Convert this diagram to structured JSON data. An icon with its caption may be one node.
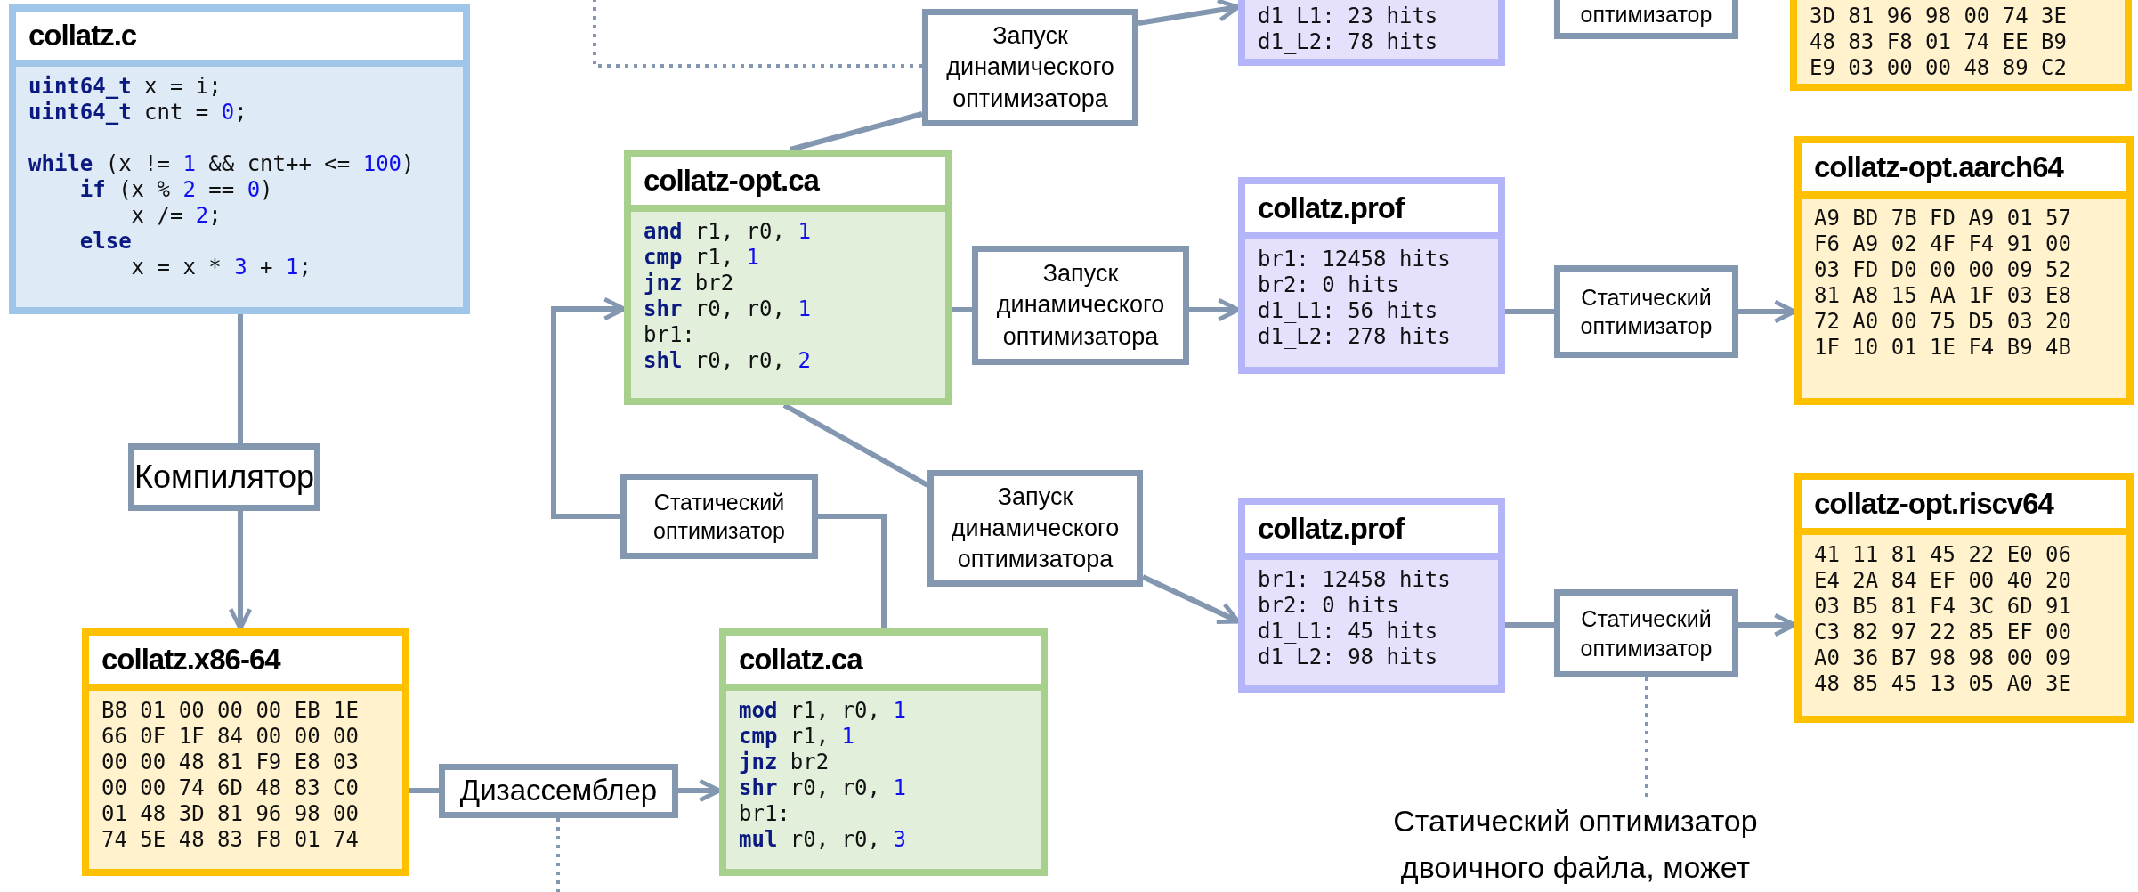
{
  "diagram": {
    "nodes": [
      {
        "text": [
          "collatz.c",
          "**uint64_t** x = i;",
          "**uint64_t** cnt = 0;",
          "**while** (x != 1 && cnt++ <= 100)",
          "    **if** (x % 2 == 0)",
          "        x /= 2;",
          "    **else**",
          "        x = x * 3 + 1;"
        ]
      },
      {
        "text": [
          "Компилятор"
        ]
      },
      {
        "text": [
          "collatz.x86-64",
          "B8 01 00 00 00 EB 1E",
          "66 0F 1F 84 00 00 00",
          "00 00 48 81 F9 E8 03",
          "00 00 74 6D 48 83 C0",
          "01 48 3D 81 96 98 00",
          "74 5E 48 83 F8 01 74"
        ]
      },
      {
        "text": [
          "Дизассемблер"
        ]
      },
      {
        "text": [
          "collatz.ca",
          "**mod** r1, r0, 1",
          "**cmp** r1, 1",
          "**jnz** br2",
          "**shr** r0, r0, 1",
          "br1:",
          "**mul** r0, r0, 3"
        ]
      },
      {
        "text": [
          "Статический оптимизатор"
        ]
      },
      {
        "text": [
          "collatz-opt.ca",
          "**and** r1, r0, 1",
          "**cmp** r1, 1",
          "**jnz** br2",
          "**shr** r0, r0, 1",
          "br1:",
          "**shl** r0, r0, 2"
        ]
      },
      {
        "text": [
          "Запуск динамического оптимизатора"
        ]
      },
      {
        "text": [
          "d1_L1: 23 hits",
          "d1_L2: 78 hits"
        ]
      },
      {
        "text": [
          "оптимизатор"
        ]
      },
      {
        "text": [
          "3D 81 96 98 00 74 3E",
          "48 83 F8 01 74 EE B9",
          "E9 03 00 00 48 89 C2"
        ]
      },
      {
        "text": [
          "Запуск динамического оптимизатора"
        ]
      },
      {
        "text": [
          "collatz.prof",
          "br1: 12458 hits",
          "br2: 0 hits",
          "d1_L1: 56 hits",
          "d1_L2: 278 hits"
        ]
      },
      {
        "text": [
          "Статический оптимизатор"
        ]
      },
      {
        "text": [
          "collatz-opt.aarch64",
          "A9 BD 7B FD A9 01 57",
          "F6 A9 02 4F F4 91 00",
          "03 FD D0 00 00 09 52",
          "81 A8 15 AA 1F 03 E8",
          "72 A0 00 75 D5 03 20",
          "1F 10 01 1E F4 B9 4B"
        ]
      },
      {
        "text": [
          "Запуск динамического оптимизатора"
        ]
      },
      {
        "text": [
          "collatz.prof",
          "br1: 12458 hits",
          "br2: 0 hits",
          "d1_L1: 45 hits",
          "d1_L2: 98 hits"
        ]
      },
      {
        "text": [
          "Статический оптимизатор"
        ]
      },
      {
        "text": [
          "collatz-opt.riscv64",
          "41 11 81 45 22 E0 06",
          "E4 2A 84 EF 00 40 20",
          "03 B5 81 F4 3C 6D 91",
          "C3 82 97 22 85 EF 00",
          "A0 36 B7 98 98 00 09",
          "48 85 45 13 05 A0 3E"
        ]
      },
      {
        "text": [
          "Статический оптимизатор двоичного файла, может"
        ]
      }
    ],
    "edges": [
      {
        "from": 0,
        "to": 1,
        "arrow": "none"
      },
      {
        "from": 1,
        "to": 2,
        "arrow": "to"
      },
      {
        "from": 2,
        "to": 3,
        "arrow": "none"
      },
      {
        "from": 3,
        "to": 4,
        "arrow": "to"
      },
      {
        "from": 4,
        "to": 5,
        "arrow": "none"
      },
      {
        "from": 5,
        "to": 6,
        "arrow": "to"
      },
      {
        "from": 6,
        "to": 7,
        "arrow": "none"
      },
      {
        "from": 7,
        "to": 8,
        "arrow": "to"
      },
      {
        "from": 6,
        "to": 11,
        "arrow": "none"
      },
      {
        "from": 11,
        "to": 12,
        "arrow": "to"
      },
      {
        "from": 6,
        "to": 15,
        "arrow": "none"
      },
      {
        "from": 15,
        "to": 16,
        "arrow": "to"
      },
      {
        "from": 12,
        "to": 13,
        "arrow": "none"
      },
      {
        "from": 13,
        "to": 14,
        "arrow": "to"
      },
      {
        "from": 16,
        "to": 17,
        "arrow": "none"
      },
      {
        "from": 17,
        "to": 18,
        "arrow": "to"
      },
      {
        "from": 17,
        "to": 19,
        "arrow": "none",
        "style": "dashed"
      },
      {
        "from": 7,
        "to": null,
        "arrow": "none",
        "style": "dashed"
      },
      {
        "from": 3,
        "to": null,
        "arrow": "none",
        "style": "dashed"
      }
    ]
  }
}
